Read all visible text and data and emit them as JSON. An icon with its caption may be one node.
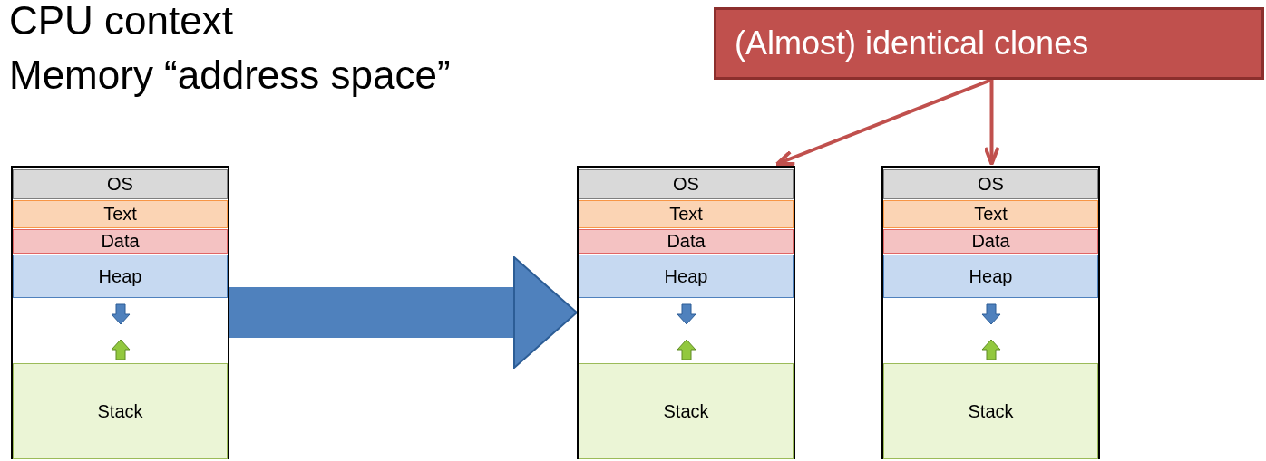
{
  "diagram": {
    "nodes": [
      {
        "text": [
          "(Almost) identical clones"
        ]
      },
      {
        "text": [],
        "shape": "box"
      },
      {
        "text": [
          "OS"
        ],
        "in": 1
      },
      {
        "text": [
          "Text"
        ],
        "in": 1
      },
      {
        "text": [
          "Data"
        ],
        "in": 1
      },
      {
        "text": [
          "Heap"
        ],
        "in": 1
      },
      {
        "text": [
          "Stack"
        ],
        "in": 1
      },
      {
        "text": [],
        "shape": "box"
      },
      {
        "text": [
          "OS"
        ],
        "in": 7
      },
      {
        "text": [
          "Text"
        ],
        "in": 7
      },
      {
        "text": [
          "Data"
        ],
        "in": 7
      },
      {
        "text": [
          "Heap"
        ],
        "in": 7
      },
      {
        "text": [
          "Stack"
        ],
        "in": 7
      },
      {
        "text": [],
        "shape": "box"
      },
      {
        "text": [
          "OS"
        ],
        "in": 13
      },
      {
        "text": [
          "Text"
        ],
        "in": 13
      },
      {
        "text": [
          "Data"
        ],
        "in": 13
      },
      {
        "text": [
          "Heap"
        ],
        "in": 13
      },
      {
        "text": [
          "Stack"
        ],
        "in": 13
      }
    ],
    "edges": [
      {
        "from": 1,
        "to": 7,
        "arrow": "to",
        "style": "thick",
        "color": "#4f81bd"
      },
      {
        "from": 0,
        "to": 7,
        "arrow": "to"
      },
      {
        "from": 0,
        "to": 13,
        "arrow": "to"
      }
    ],
    "labels": [
      "CPU context",
      "Memory “address space”"
    ]
  }
}
